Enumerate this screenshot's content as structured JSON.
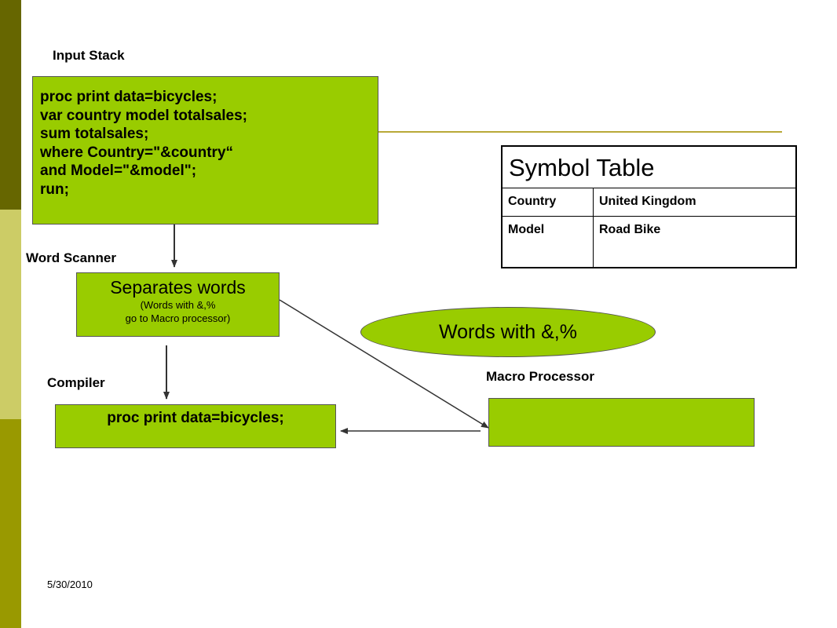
{
  "colors": {
    "box_fill": "#99cc00",
    "band_dark": "#666600",
    "band_light": "#cccc66",
    "band_mid": "#999900"
  },
  "labels": {
    "input_stack": "Input Stack",
    "word_scanner": "Word Scanner",
    "compiler": "Compiler",
    "macro_processor": "Macro Processor"
  },
  "input_stack": {
    "lines": [
      "proc print data=bicycles;",
      "var country model totalsales;",
      "sum totalsales;",
      "where Country=\"&country“",
      "and Model=\"&model\";",
      "run;"
    ]
  },
  "word_scanner": {
    "main": "Separates words",
    "sub1": "(Words with &,%",
    "sub2": "go to Macro processor)"
  },
  "compiler": {
    "code": "proc print data=bicycles;"
  },
  "oval": {
    "text": "Words with &,%"
  },
  "symbol_table": {
    "title": "Symbol Table",
    "rows": [
      {
        "name": "Country",
        "value": "United Kingdom"
      },
      {
        "name": "Model",
        "value": "Road Bike"
      }
    ]
  },
  "footer": {
    "date": "5/30/2010"
  }
}
